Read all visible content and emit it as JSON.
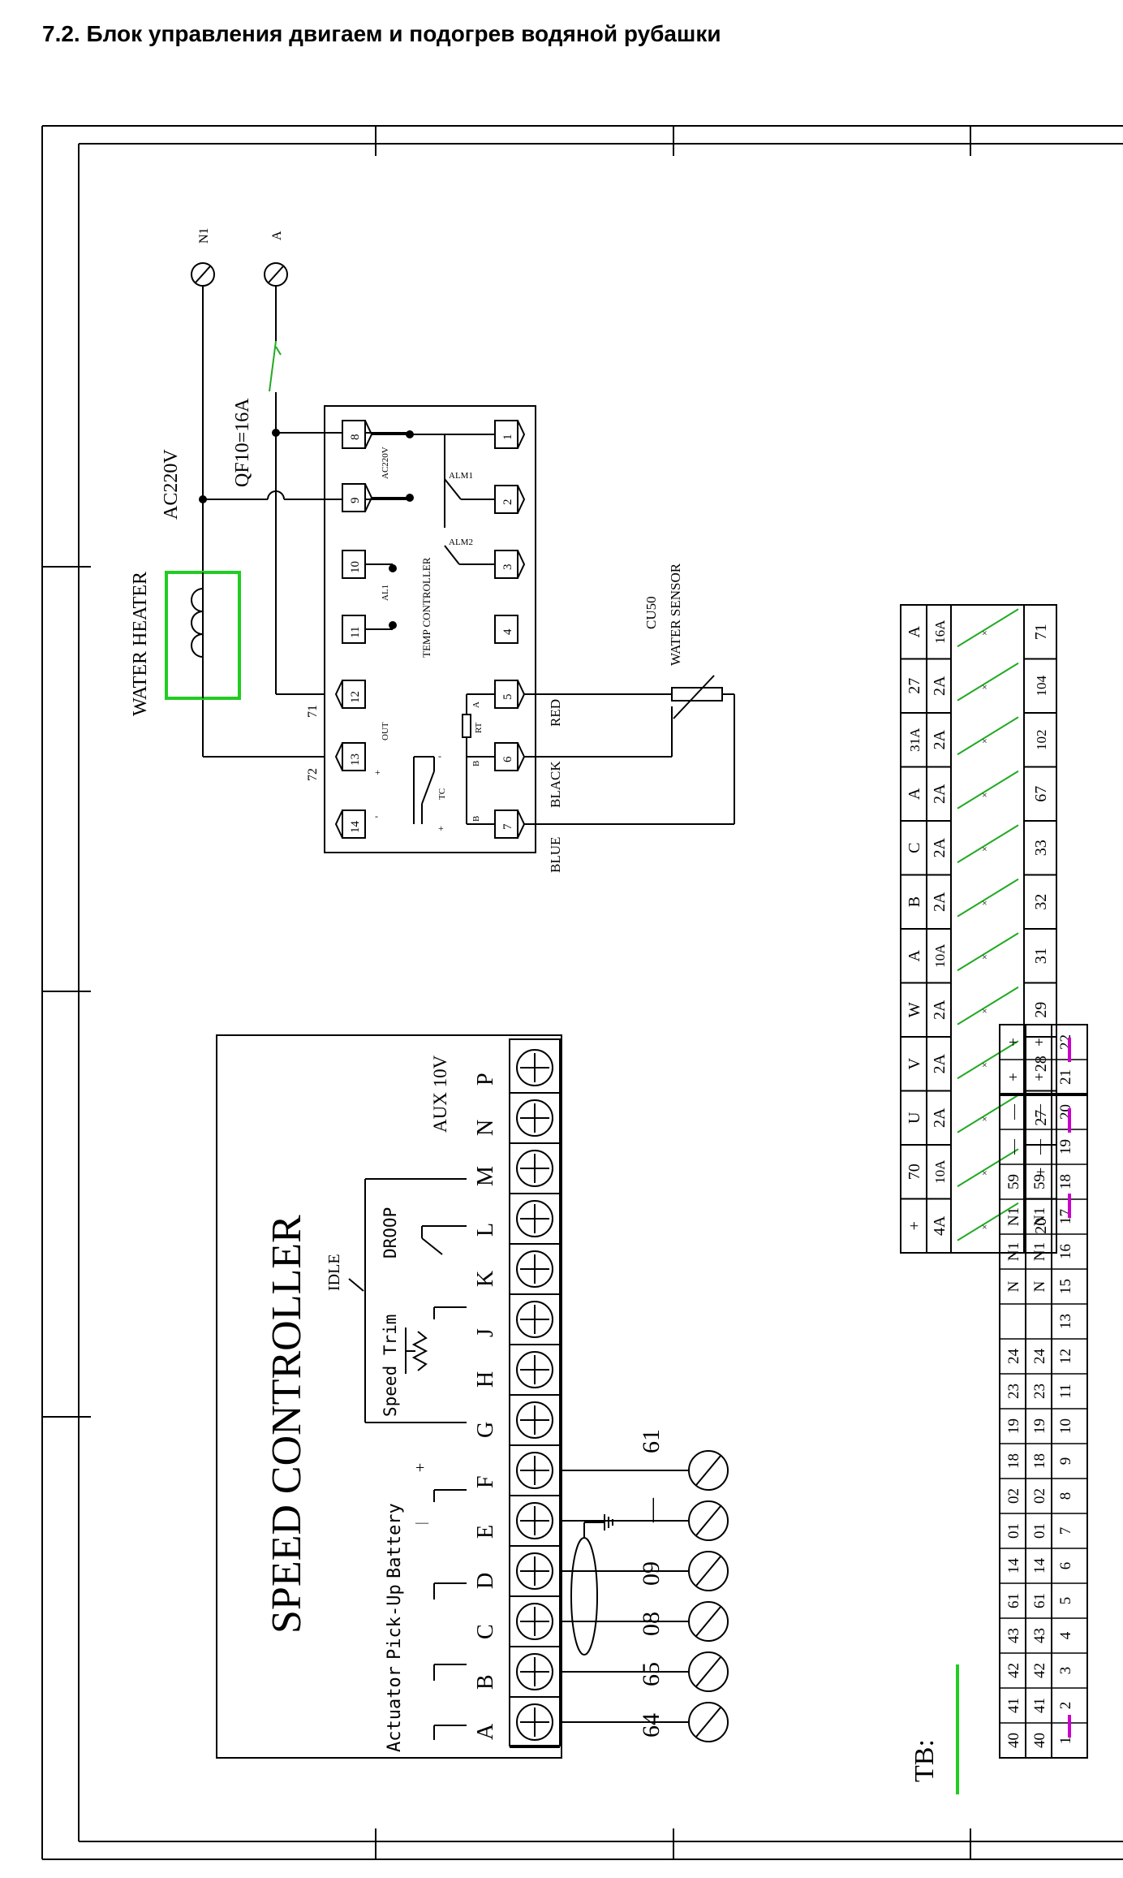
{
  "page": {
    "title": "7.2. Блок управления двигаем и подогрев водяной рубашки"
  },
  "colors": {
    "line": "#000000",
    "heater": "#22cc22",
    "switch": "#22aa22",
    "jumper": "#cc00cc",
    "tb_mark": "#22cc22"
  },
  "supply": {
    "n1": "N1",
    "a": "A",
    "voltage": "AC220V",
    "breaker": "QF10=16A"
  },
  "heater": {
    "label": "WATER HEATER"
  },
  "temp_controller": {
    "title": "TEMP CONTROLLER",
    "ac_label": "AC220V",
    "alm1": "ALM1",
    "alm2": "ALM2",
    "al1": "AL1",
    "out": "OUT",
    "rt": "RT",
    "tc": "TC",
    "plus": "+",
    "minus": "-",
    "a": "A",
    "b": "B",
    "wire_71": "71",
    "wire_72": "72",
    "terminals": [
      "1",
      "2",
      "3",
      "4",
      "5",
      "6",
      "7",
      "8",
      "9",
      "10",
      "11",
      "12",
      "13",
      "14"
    ]
  },
  "sensor": {
    "type": "CU50",
    "label": "WATER SENSOR",
    "red": "RED",
    "black": "BLACK",
    "blue": "BLUE"
  },
  "speed_controller": {
    "title": "SPEED CONTROLLER",
    "idle": "IDLE",
    "speed_trim": "Speed Trim",
    "droop": "DROOP",
    "aux": "AUX 10V",
    "actuator": "Actuator",
    "pickup": "Pick-Up",
    "battery": "Battery",
    "bat_minus": "—",
    "bat_plus": "+",
    "terminals": [
      "A",
      "B",
      "C",
      "D",
      "E",
      "F",
      "G",
      "H",
      "J",
      "K",
      "L",
      "M",
      "N",
      "P"
    ],
    "wires": [
      "64",
      "65",
      "08",
      "09",
      "—",
      "61"
    ]
  },
  "terminal_block_upper": {
    "row1": [
      "+",
      "70",
      "U",
      "V",
      "W",
      "A",
      "B",
      "C",
      "A",
      "31A",
      "27",
      "A"
    ],
    "row2": [
      "4A",
      "10A",
      "2A",
      "2A",
      "2A",
      "10A",
      "2A",
      "2A",
      "2A",
      "2A",
      "2A",
      "16A"
    ],
    "row4": [
      "20",
      "+",
      "27",
      "28",
      "29",
      "31",
      "32",
      "33",
      "67",
      "102",
      "104",
      "71"
    ]
  },
  "terminal_block_lower": {
    "label": "TB:",
    "row1": [
      "40",
      "41",
      "42",
      "43",
      "61",
      "14",
      "01",
      "02",
      "18",
      "19",
      "23",
      "24",
      "",
      "N",
      "N1",
      "N1",
      "59",
      "—",
      "—",
      "+",
      "+"
    ],
    "row2": [
      "40",
      "41",
      "42",
      "43",
      "61",
      "14",
      "01",
      "02",
      "18",
      "19",
      "23",
      "24",
      "",
      "N",
      "N1",
      "N1",
      "59",
      "—",
      "—",
      "+",
      "+"
    ],
    "row3": [
      "1",
      "2",
      "3",
      "4",
      "5",
      "6",
      "7",
      "8",
      "9",
      "10",
      "11",
      "12",
      "13",
      "15",
      "16",
      "17",
      "18",
      "19",
      "20",
      "21",
      "22"
    ]
  }
}
